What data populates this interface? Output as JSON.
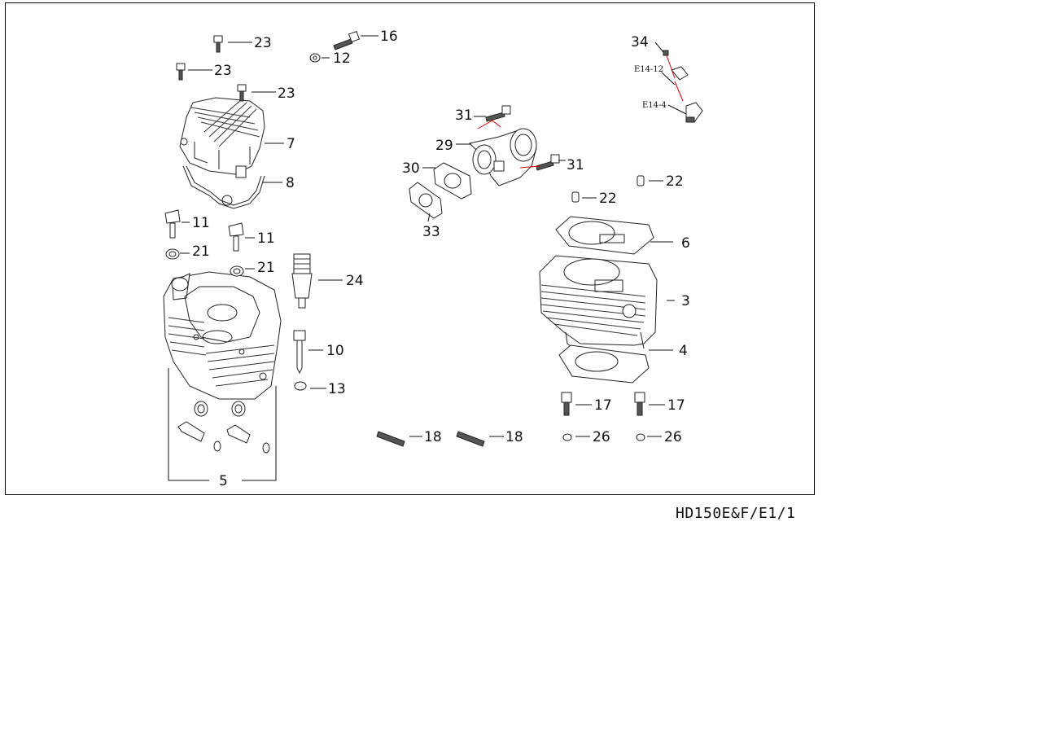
{
  "caption": "HD150E&F/E1/1",
  "callouts": {
    "c23a": "23",
    "c23b": "23",
    "c23c": "23",
    "c16": "16",
    "c12": "12",
    "c7": "7",
    "c8": "8",
    "c11a": "11",
    "c11b": "11",
    "c21a": "21",
    "c21b": "21",
    "c24": "24",
    "c10": "10",
    "c13": "13",
    "c5": "5",
    "c18a": "18",
    "c18b": "18",
    "c31a": "31",
    "c31b": "31",
    "c29": "29",
    "c30": "30",
    "c33": "33",
    "c34": "34",
    "cE1412": "E14-12",
    "cE144": "E14-4",
    "c22a": "22",
    "c22b": "22",
    "c6": "6",
    "c3": "3",
    "c4": "4",
    "c17a": "17",
    "c17b": "17",
    "c26a": "26",
    "c26b": "26"
  }
}
